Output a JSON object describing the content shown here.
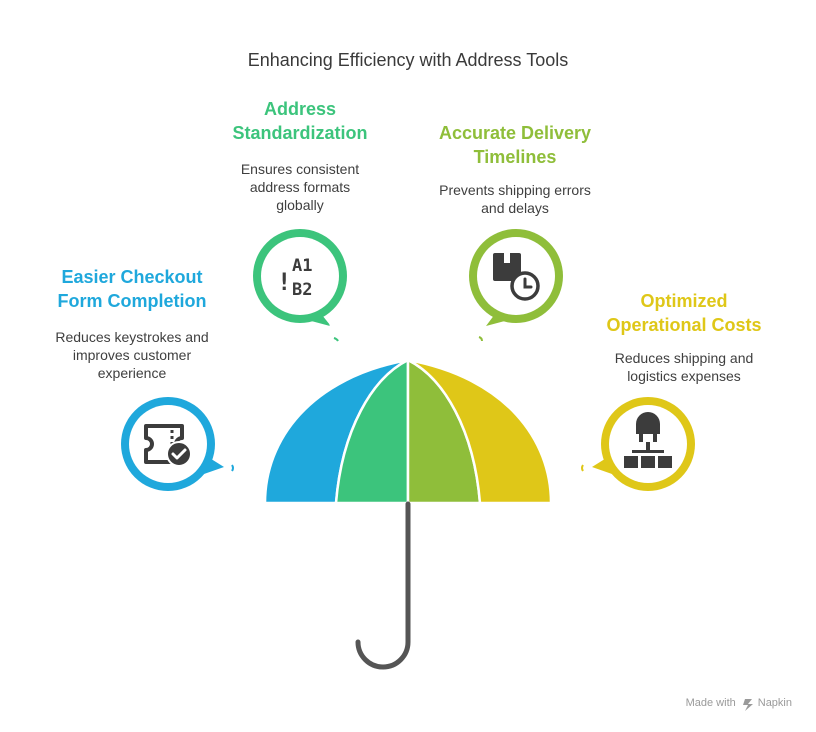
{
  "title": "Enhancing Efficiency with Address Tools",
  "items": [
    {
      "heading_line1": "Easier Checkout",
      "heading_line2": "Form Completion",
      "desc_line1": "Reduces keystrokes and",
      "desc_line2": "improves customer",
      "desc_line3": "experience",
      "color": "#1fa8dc",
      "icon": "ticket-check-icon"
    },
    {
      "heading_line1": "Address",
      "heading_line2": "Standardization",
      "desc_line1": "Ensures consistent",
      "desc_line2": "address formats",
      "desc_line3": "globally",
      "color": "#3cc47c",
      "icon": "a1-b2-icon"
    },
    {
      "heading_line1": "Accurate Delivery",
      "heading_line2": "Timelines",
      "desc_line1": "Prevents shipping errors",
      "desc_line2": "and delays",
      "desc_line3": "",
      "color": "#8fbe3a",
      "icon": "package-clock-icon"
    },
    {
      "heading_line1": "Optimized",
      "heading_line2": "Operational Costs",
      "desc_line1": "Reduces shipping and",
      "desc_line2": "logistics expenses",
      "desc_line3": "",
      "color": "#dfc718",
      "icon": "hierarchy-icon"
    }
  ],
  "icon_text": {
    "a1": "A1",
    "b2": "B2",
    "excl": "!"
  },
  "footer": {
    "made_with": "Made with",
    "brand": "Napkin"
  }
}
